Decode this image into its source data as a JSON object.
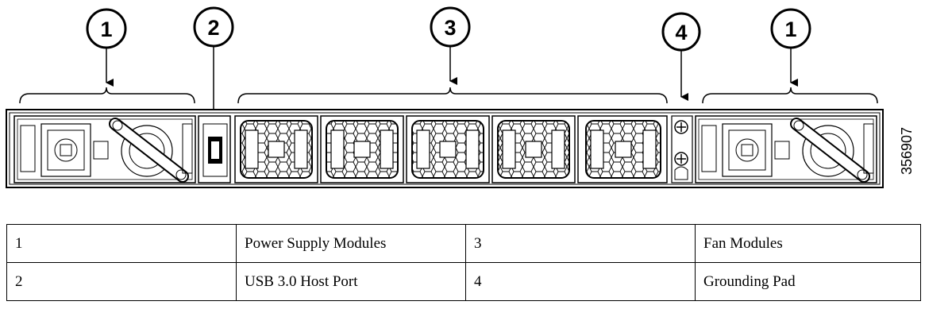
{
  "figure_id": "356907",
  "callouts": [
    "1",
    "2",
    "3",
    "4",
    "1"
  ],
  "legend": {
    "rows": [
      {
        "num_a": "1",
        "label_a": "Power Supply Modules",
        "num_b": "3",
        "label_b": "Fan Modules"
      },
      {
        "num_a": "2",
        "label_a": "USB 3.0 Host Port",
        "num_b": "4",
        "label_b": "Grounding Pad"
      }
    ]
  }
}
